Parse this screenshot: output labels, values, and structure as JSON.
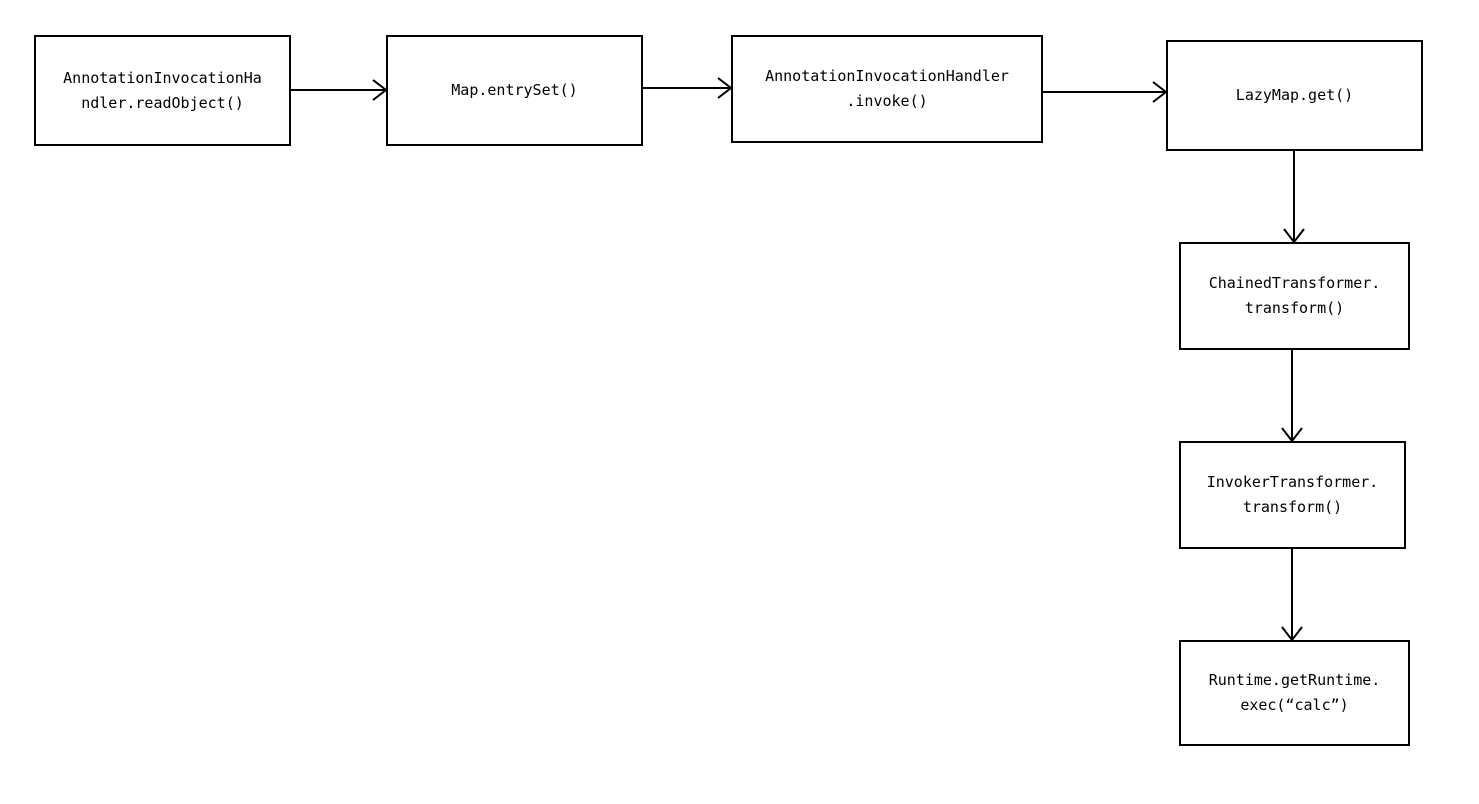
{
  "nodes": [
    {
      "id": "n1",
      "label": "AnnotationInvocationHa\nndler.readObject()"
    },
    {
      "id": "n2",
      "label": "Map.entrySet()"
    },
    {
      "id": "n3",
      "label": "AnnotationInvocationHandler\n.invoke()"
    },
    {
      "id": "n4",
      "label": "LazyMap.get()"
    },
    {
      "id": "n5",
      "label": "ChainedTransformer.\ntransform()"
    },
    {
      "id": "n6",
      "label": "InvokerTransformer.\ntransform()"
    },
    {
      "id": "n7",
      "label": "Runtime.getRuntime.\nexec(“calc”)"
    }
  ],
  "edges": [
    {
      "from": "n1",
      "to": "n2"
    },
    {
      "from": "n2",
      "to": "n3"
    },
    {
      "from": "n3",
      "to": "n4"
    },
    {
      "from": "n4",
      "to": "n5"
    },
    {
      "from": "n5",
      "to": "n6"
    },
    {
      "from": "n6",
      "to": "n7"
    }
  ]
}
